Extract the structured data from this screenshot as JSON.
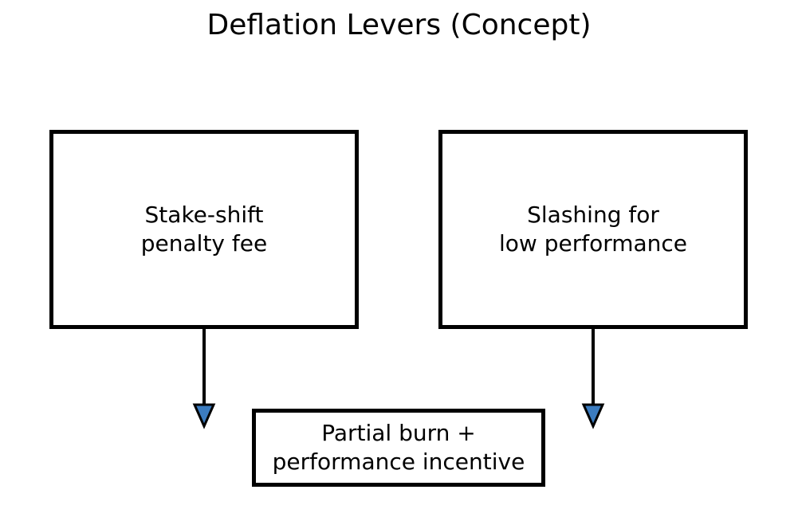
{
  "title": "Deflation Levers (Concept)",
  "nodes": [
    {
      "id": "stake-shift-penalty-fee",
      "lines": [
        "Stake-shift",
        "penalty fee"
      ]
    },
    {
      "id": "slashing-low-performance",
      "lines": [
        "Slashing for",
        "low performance"
      ]
    },
    {
      "id": "partial-burn-performance-incentive",
      "lines": [
        "Partial burn +",
        "performance incentive"
      ]
    }
  ],
  "edges": [
    {
      "from": "stake-shift-penalty-fee",
      "to": "partial-burn-performance-incentive"
    },
    {
      "from": "slashing-low-performance",
      "to": "partial-burn-performance-incentive"
    }
  ],
  "colors": {
    "background": "#ffffff",
    "box_border": "#000000",
    "text": "#000000",
    "arrow_stem": "#000000",
    "arrow_head_fill": "#3b7cc0",
    "arrow_head_outline": "#000000"
  }
}
